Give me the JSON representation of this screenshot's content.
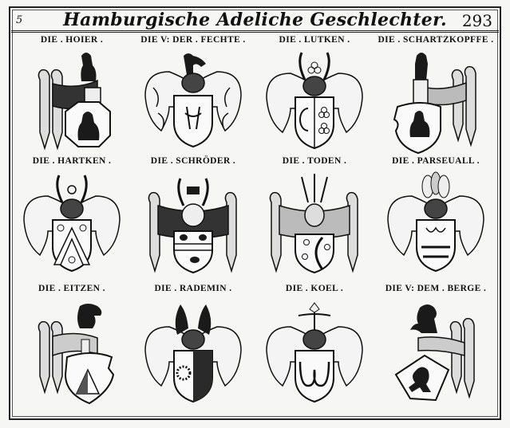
{
  "page": {
    "plate_mark": "5",
    "title": "Hamburgische Adeliche Geschlechter.",
    "page_number": "293"
  },
  "rows": [
    {
      "entries": [
        {
          "caption": "DIE . HOIER .",
          "icon": "coat-of-arms-mantled-figure-octagon"
        },
        {
          "caption": "DIE V: DER . FECHTE .",
          "icon": "coat-of-arms-rampant-horse-crest"
        },
        {
          "caption": "DIE . LUTKEN .",
          "icon": "coat-of-arms-horns-trefoils"
        },
        {
          "caption": "DIE . SCHARTZKOPFFE .",
          "icon": "coat-of-arms-mantled-figure"
        }
      ]
    },
    {
      "entries": [
        {
          "caption": "DIE . HARTKEN .",
          "icon": "coat-of-arms-horns-chevron-roses"
        },
        {
          "caption": "DIE . SCHRÖDER .",
          "icon": "coat-of-arms-horns-barry"
        },
        {
          "caption": "DIE . TODEN .",
          "icon": "coat-of-arms-arrows-crescent"
        },
        {
          "caption": "DIE . PARSEUALL .",
          "icon": "coat-of-arms-plumes-bars"
        }
      ]
    },
    {
      "entries": [
        {
          "caption": "DIE . EITZEN .",
          "icon": "coat-of-arms-bear-mountains"
        },
        {
          "caption": "DIE . RADEMIN .",
          "icon": "coat-of-arms-eagle-wings-wreath"
        },
        {
          "caption": "DIE . KOEL .",
          "icon": "coat-of-arms-leaf-crest-knots"
        },
        {
          "caption": "DIE V: DEM . BERGE .",
          "icon": "coat-of-arms-lion-tilted"
        }
      ]
    }
  ],
  "tincture_marks": [
    "w",
    "r",
    "b",
    "g",
    "s"
  ]
}
